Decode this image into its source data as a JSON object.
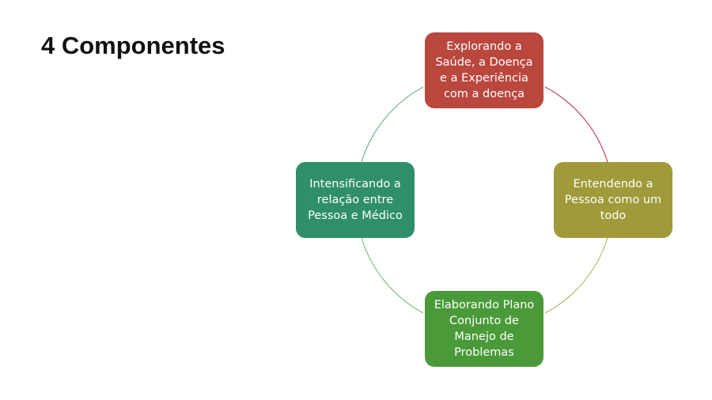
{
  "title": "4 Componentes",
  "nodes": [
    {
      "id": "top",
      "label": "Explorando a\nSaúde, a Doença\ne a Experiência\ncom a doença",
      "color": "#b9473d"
    },
    {
      "id": "right",
      "label": "Entendendo a\nPessoa como um\ntodo",
      "color": "#a09a3a"
    },
    {
      "id": "bottom",
      "label": "Elaborando Plano\nConjunto de\nManejo de\nProblemas",
      "color": "#4a9a3a"
    },
    {
      "id": "left",
      "label": "Intensificando a\nrelação entre\nPessoa e Médico",
      "color": "#2f8f68"
    }
  ],
  "connectors": [
    {
      "from": "top",
      "to": "right",
      "color": "#c0405a"
    },
    {
      "from": "right",
      "to": "bottom",
      "color": "#b8b870"
    },
    {
      "from": "bottom",
      "to": "left",
      "color": "#80c080"
    },
    {
      "from": "left",
      "to": "top",
      "color": "#70b890"
    }
  ]
}
